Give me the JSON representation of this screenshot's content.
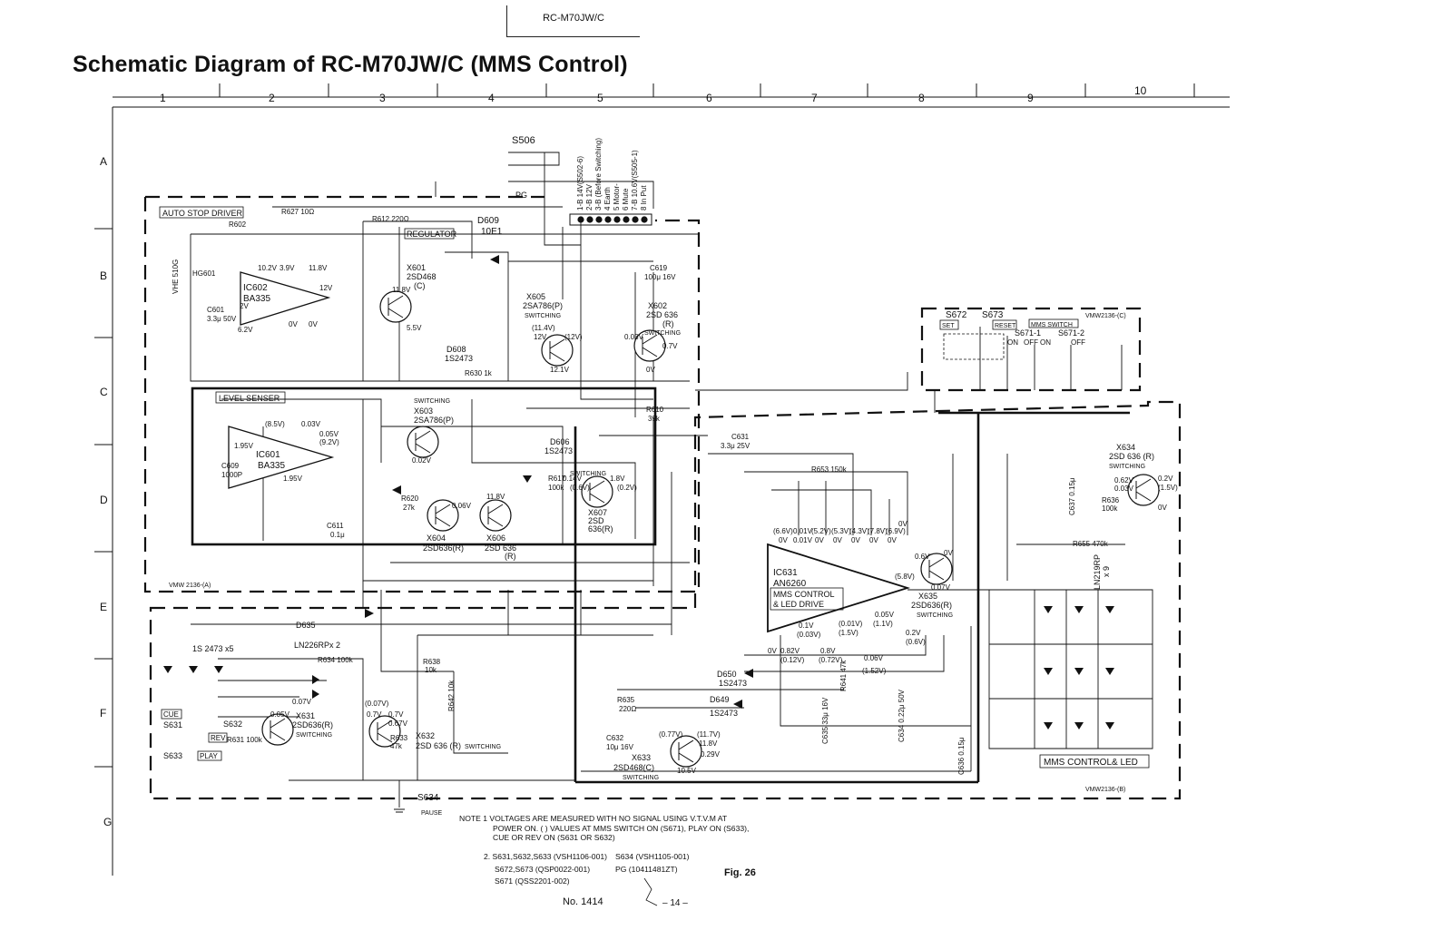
{
  "header": {
    "model": "RC-M70JW/C"
  },
  "title": "Schematic Diagram of RC-M70JW/C (MMS Control)",
  "grid": {
    "columns": [
      "1",
      "2",
      "3",
      "4",
      "5",
      "6",
      "7",
      "8",
      "9",
      "10"
    ],
    "rows": [
      "A",
      "B",
      "C",
      "D",
      "E",
      "F",
      "G"
    ]
  },
  "blocks": {
    "auto_stop_driver": "AUTO STOP DRIVER",
    "level_senser": "LEVEL SENSER",
    "regulator": "REGULATOR",
    "mms_control_led": "MMS CONTROL& LED",
    "board_a": "VMW 2136-(A)",
    "board_b": "VMW2136-(B)",
    "board_c": "VMW2136-(C)"
  },
  "connector": {
    "switch": "S506",
    "pg": "PG",
    "pins": [
      "1-B 14V(S502-6)",
      "2-B 12V",
      "3-B (Before Switching)",
      "4 Earth",
      "5 Motor-",
      "6 Mute",
      "7-B 10.6V(S505-1)",
      "8 In Put"
    ]
  },
  "components": {
    "ic602": [
      "IC602",
      "BA335"
    ],
    "ic601": [
      "IC601",
      "BA335"
    ],
    "ic631": [
      "IC631",
      "AN6260",
      "MMS CONTROL",
      "& LED DRIVE"
    ],
    "x601": [
      "X601",
      "2SD468",
      "(C)"
    ],
    "x605": [
      "X605",
      "2SA786(P)",
      "SWITCHING"
    ],
    "x602": [
      "X602",
      "2SD 636",
      "(R)",
      "SWITCHING"
    ],
    "x603": [
      "X603",
      "2SA786(P)",
      "SWITCHING"
    ],
    "x604": [
      "X604",
      "2SD636(R)"
    ],
    "x606": [
      "X606",
      "2SD 636",
      "(R)"
    ],
    "x607": [
      "X607",
      "2SD",
      "636(R)",
      "SWITCHING"
    ],
    "x631": [
      "X631",
      "2SD636(R)",
      "SWITCHING"
    ],
    "x632": [
      "X632",
      "2SD 636 (R)",
      "SWITCHING"
    ],
    "x633": [
      "X633",
      "2SD468(C)",
      "SWITCHING"
    ],
    "x634": [
      "X634",
      "2SD 636 (R)",
      "SWITCHING"
    ],
    "x635": [
      "X635",
      "2SD636(R)",
      "SWITCHING"
    ],
    "d609": [
      "D609",
      "10E1"
    ],
    "d606": [
      "D606",
      "1S2473"
    ],
    "d608": [
      "D608",
      "1S2473"
    ],
    "d635": "D635",
    "d650": [
      "D650",
      "1S2473"
    ],
    "d649": [
      "D649",
      "1S2473"
    ],
    "leds_array": [
      "LN219RP",
      "x 9"
    ],
    "diodes_note": "1S 2473 x5",
    "led_note": "LN226RPx 2",
    "hg601": "HG601",
    "vhe": "VHE 510G",
    "s672": "S672",
    "s673": "S673",
    "set": "SET",
    "reset": "RESET",
    "mms_switch": [
      "MMS SWITCH",
      "S671-1",
      "S671-2",
      "ON",
      "OFF",
      "ON",
      "OFF"
    ],
    "s631": [
      "CUE",
      "S631"
    ],
    "s632": [
      "REV",
      "S632"
    ],
    "s633": [
      "S633",
      "PLAY"
    ],
    "s634": [
      "S634",
      "PAUSE"
    ],
    "c601": [
      "C601",
      "3.3μ 50V"
    ],
    "c609": [
      "C609",
      "1000P"
    ],
    "c619": [
      "C619",
      "100μ 16V"
    ],
    "c631": [
      "C631",
      "3.3μ 25V"
    ],
    "c632": [
      "C632",
      "10μ 16V"
    ],
    "c636": "C636 0.15μ",
    "c634": "C634 0.22μ 50V",
    "c635": "C635 33μ 16V",
    "c637": "C637 0.15μ",
    "c611": [
      "C611",
      "0.1μ"
    ],
    "r602": "R602",
    "r612": "R612 220Ω",
    "r627": "R627 10Ω",
    "r630": "R630 1k",
    "r610": [
      "R610",
      "39k"
    ],
    "r617": [
      "R617",
      "100k"
    ],
    "r620": [
      "R620",
      "27k"
    ],
    "r653": "R653 150k",
    "r655": "R655 470k",
    "r636": [
      "R636",
      "100k"
    ],
    "r635": [
      "R635",
      "220Ω"
    ],
    "r634": "R634 100k",
    "r638": [
      "R638",
      "10k"
    ],
    "r642": "R642 10k",
    "r633": [
      "R633",
      "47k"
    ],
    "r631": "R631 100k",
    "r641": "R641 47k"
  },
  "voltages": {
    "ic602_pins": [
      "10.2V",
      "3.9V",
      "11.8V",
      "2V",
      "6.2V",
      "0V",
      "0V",
      "12V"
    ],
    "ic601_pins": [
      "(8.5V)",
      "0.03V",
      "1.95V",
      "1.95V",
      "(9.2V)",
      "0.05V"
    ],
    "ic631_top": [
      "(6.6V)",
      "0.01V",
      "0.01V",
      "(5.2V)",
      "(5.3V)",
      "(4.3V)",
      "(7.8V)",
      "(6.9V)",
      "0V",
      "0V",
      "0V",
      "0V",
      "0V",
      "0V",
      "0V",
      "0V"
    ],
    "ic631_bottom": [
      "0.1V",
      "(0.03V)",
      "0V",
      "0.82V",
      "(0.12V)",
      "(0.01V)",
      "(1.5V)",
      "0.8V",
      "(0.72V)",
      "0.05V",
      "(1.1V)",
      "0.06V",
      "(1.52V)",
      "0.2V",
      "(0.6V)"
    ],
    "misc": [
      "11.8V",
      "(11.4V)",
      "12V",
      "(12V)",
      "12.1V",
      "0.7V",
      "0.03V",
      "5.5V",
      "0V",
      "0.02V",
      "0.06V",
      "11.8V",
      "0.14V",
      "(0.6V)",
      "1.8V",
      "(0.2V)",
      "0.07V",
      "0.05V",
      "(0.07V)",
      "0.7V",
      "0.7V",
      "0.67V",
      "(0.77V)",
      "(11.7V)",
      "11.8V",
      "0.29V",
      "10.5V",
      "0.62V",
      "0.03V",
      "0.2V",
      "(1.5V)",
      "0V",
      "0.6V",
      "(5.8V)",
      "0.07V"
    ]
  },
  "notes": {
    "note1": [
      "NOTE 1  VOLTAGES ARE MEASURED WITH NO SIGNAL USING V.T.V.M AT",
      "POWER ON. (      ) VALUES AT MMS  SWITCH ON (S671), PLAY ON (S633),",
      "CUE OR REV ON (S631 OR S632)"
    ],
    "parts": [
      [
        "2.  S631,S632,S633 (VSH1106-001)",
        "S634  (VSH1105-001)"
      ],
      [
        "S672,S673     (QSP0022-001)",
        "PG   (10411481ZT)"
      ],
      [
        "S671           (QSS2201-002)",
        ""
      ]
    ]
  },
  "figure": "Fig. 26",
  "doc_number": "No. 1414",
  "page": "– 14 –"
}
